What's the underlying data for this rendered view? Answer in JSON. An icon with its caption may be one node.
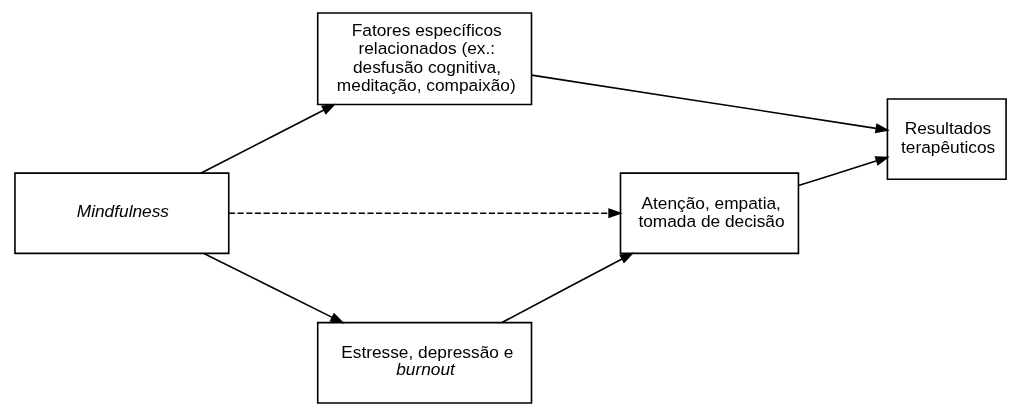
{
  "diagram": {
    "nodes": [
      {
        "text": [
          "Mindfulness"
        ]
      },
      {
        "text": [
          "Fatores específicos relacionados (ex.: desfusão cognitiva, meditação, compaixão)"
        ]
      },
      {
        "text": [
          "Atenção, empatia, tomada de decisão"
        ]
      },
      {
        "text": [
          "Resultados terapêuticos"
        ]
      },
      {
        "text": [
          "Estresse, depressão e *burnout*"
        ]
      }
    ],
    "edges": [
      {
        "from": 0,
        "to": 1,
        "arrow": "to"
      },
      {
        "from": 0,
        "to": 2,
        "arrow": "to",
        "style": "dashed"
      },
      {
        "from": 0,
        "to": 4,
        "arrow": "to"
      },
      {
        "from": 4,
        "to": 2,
        "arrow": "to"
      },
      {
        "from": 2,
        "to": 3,
        "arrow": "to"
      },
      {
        "from": 1,
        "to": 3,
        "arrow": "to"
      }
    ]
  }
}
